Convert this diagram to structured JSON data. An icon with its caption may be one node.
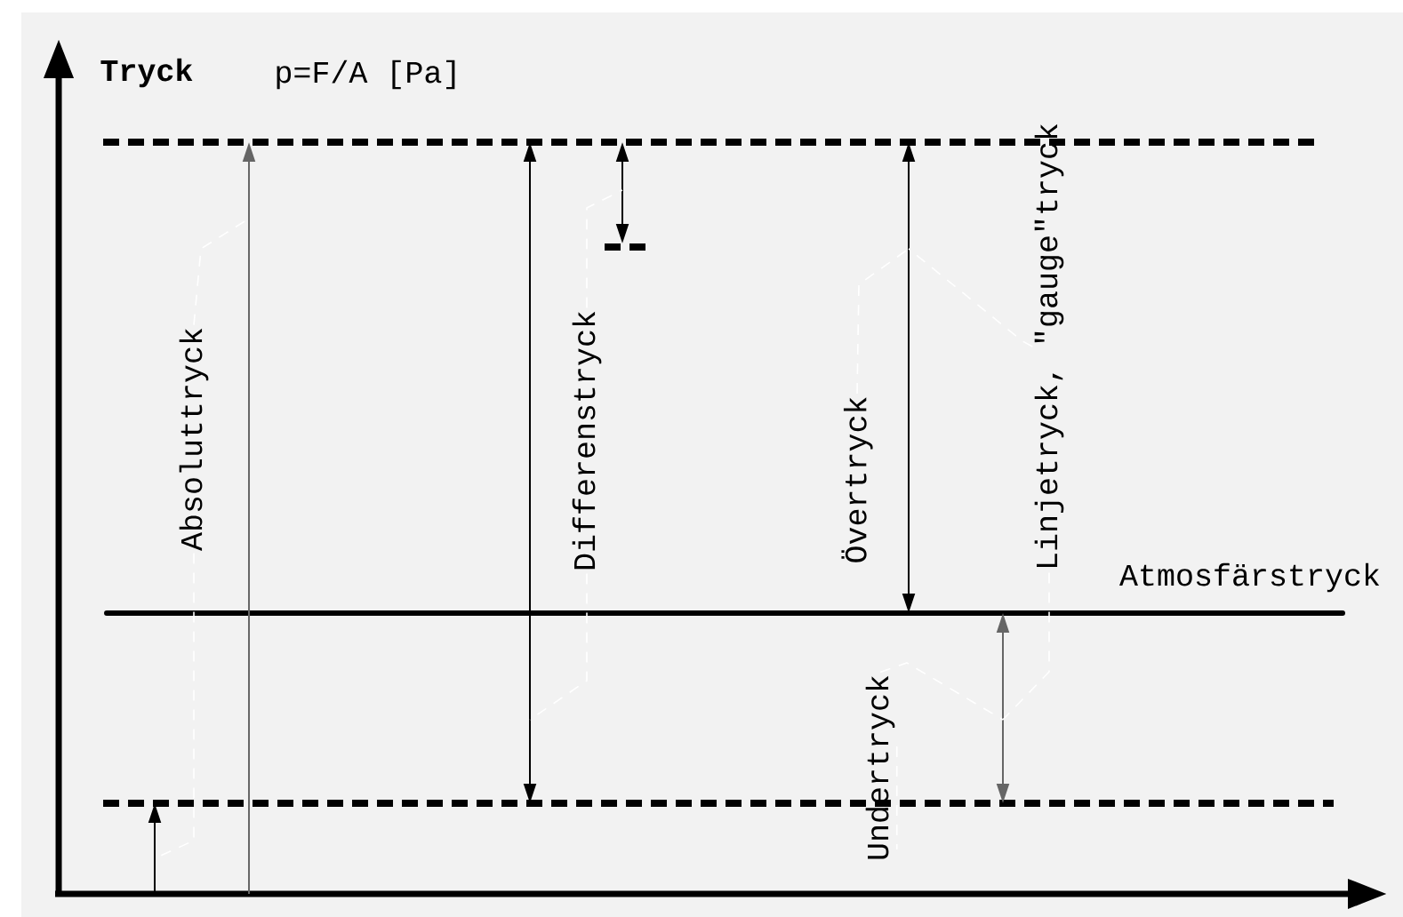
{
  "diagram": {
    "nodes": [
      {
        "text": [
          "Absoluttryck"
        ]
      },
      {
        "text": [
          "Differenstryck"
        ]
      },
      {
        "text": [
          "Övertryck"
        ]
      },
      {
        "text": [
          "Linjetryck, \"gauge\"tryck"
        ]
      },
      {
        "text": [
          "Undertryck"
        ]
      }
    ],
    "edges": [
      {
        "from": 0,
        "to": null,
        "arrow": "none",
        "style": "dashed"
      },
      {
        "from": 0,
        "to": null,
        "arrow": "none",
        "style": "dashed"
      },
      {
        "from": 1,
        "to": null,
        "arrow": "none",
        "style": "dashed"
      },
      {
        "from": 1,
        "to": null,
        "arrow": "none",
        "style": "dashed"
      },
      {
        "from": 2,
        "to": null,
        "arrow": "none",
        "style": "dashed"
      },
      {
        "from": 3,
        "to": null,
        "arrow": "none",
        "style": "dashed"
      },
      {
        "from": 3,
        "to": null,
        "arrow": "none",
        "style": "dashed"
      },
      {
        "from": 4,
        "to": null,
        "arrow": "none",
        "style": "dashed"
      },
      {
        "from": 4,
        "to": null,
        "arrow": "none",
        "style": "dashed"
      }
    ],
    "labels": [
      "Tryck",
      "p=F/A [Pa]",
      "Atmosfärstryck"
    ]
  }
}
